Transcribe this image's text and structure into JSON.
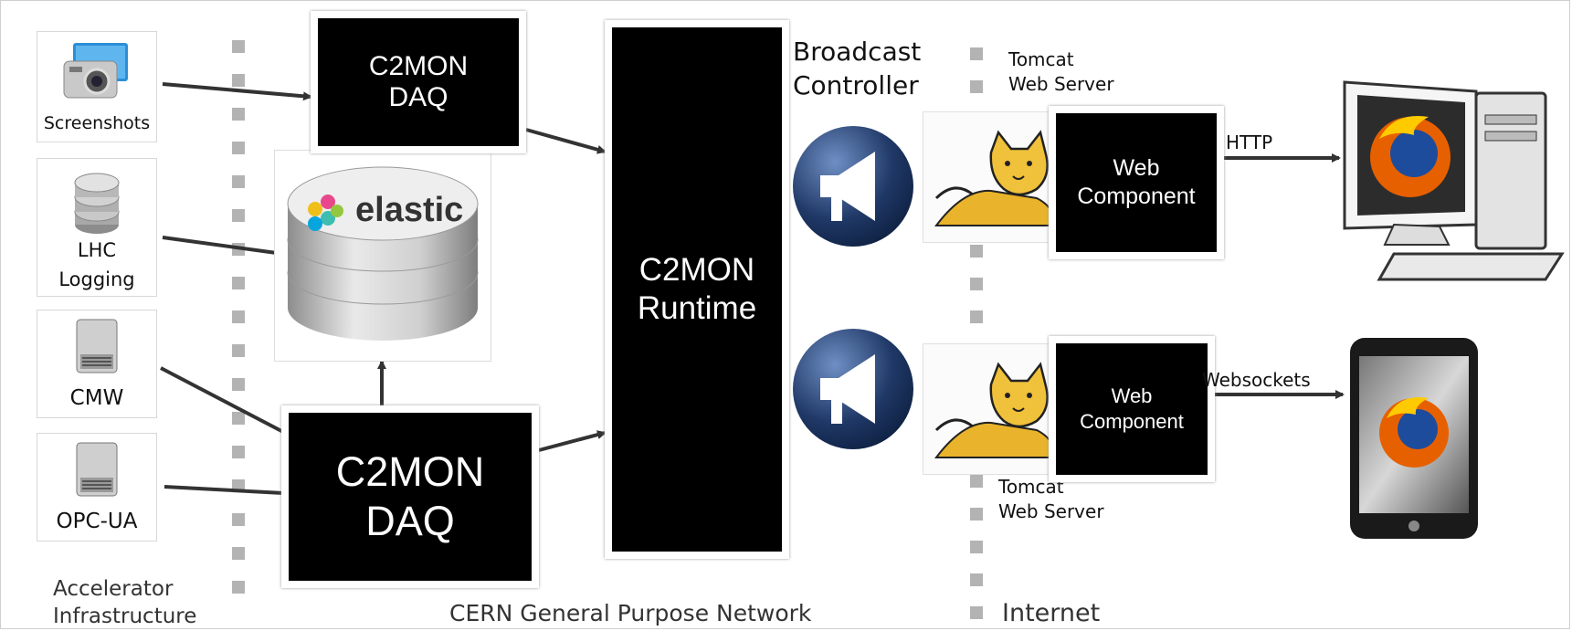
{
  "sources": {
    "screenshots": "Screenshots",
    "lhc_logging": "LHC\nLogging",
    "cmw": "CMW",
    "opc_ua": "OPC-UA"
  },
  "zones": {
    "accelerator": "Accelerator\nInfrastructure",
    "cern": "CERN  General Purpose Network",
    "internet": "Internet"
  },
  "blocks": {
    "daq_top": "C2MON\nDAQ",
    "daq_bottom": "C2MON\nDAQ",
    "runtime": "C2MON\nRuntime",
    "web_top": "Web\nComponent",
    "web_bottom": "Web\nComponent"
  },
  "elastic_label": "elastic",
  "broadcast": "Broadcast\nController",
  "tomcat_top": "Tomcat\nWeb Server",
  "tomcat_bottom": "Tomcat\nWeb Server",
  "protocols": {
    "http": "HTTP",
    "websockets": "Websockets"
  },
  "colors": {
    "block": "#000000",
    "arrow": "#333333",
    "divider": "#b3b3b3",
    "megaphone": "#1f3866"
  },
  "icons": [
    "camera-icon",
    "database-icon",
    "hard-drive-icon",
    "elastic-logo",
    "megaphone-icon",
    "tomcat-icon",
    "desktop-computer-icon",
    "smartphone-icon",
    "firefox-icon"
  ]
}
